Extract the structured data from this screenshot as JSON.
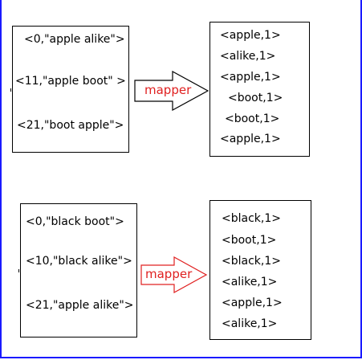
{
  "colors": {
    "frame": "#1a1aff",
    "arrow_label": "#e02020",
    "arrow_outline_1": "#000000",
    "arrow_outline_2": "#e02020"
  },
  "diagram_1": {
    "input_records": [
      "<0,\"apple alike\">",
      "<11,\"apple boot\" >",
      "<21,\"boot apple\">"
    ],
    "arrow_label": "mapper",
    "output_pairs": [
      "<apple,1>",
      "<alike,1>",
      "<apple,1>",
      "<boot,1>",
      "<boot,1>",
      "<apple,1>"
    ]
  },
  "diagram_2": {
    "input_records": [
      "<0,\"black boot\">",
      "<10,\"black alike\">",
      "<21,\"apple alike\">"
    ],
    "arrow_label": "mapper",
    "output_pairs": [
      "<black,1>",
      "<boot,1>",
      "<black,1>",
      "<alike,1>",
      "<apple,1>",
      "<alike,1>"
    ]
  }
}
